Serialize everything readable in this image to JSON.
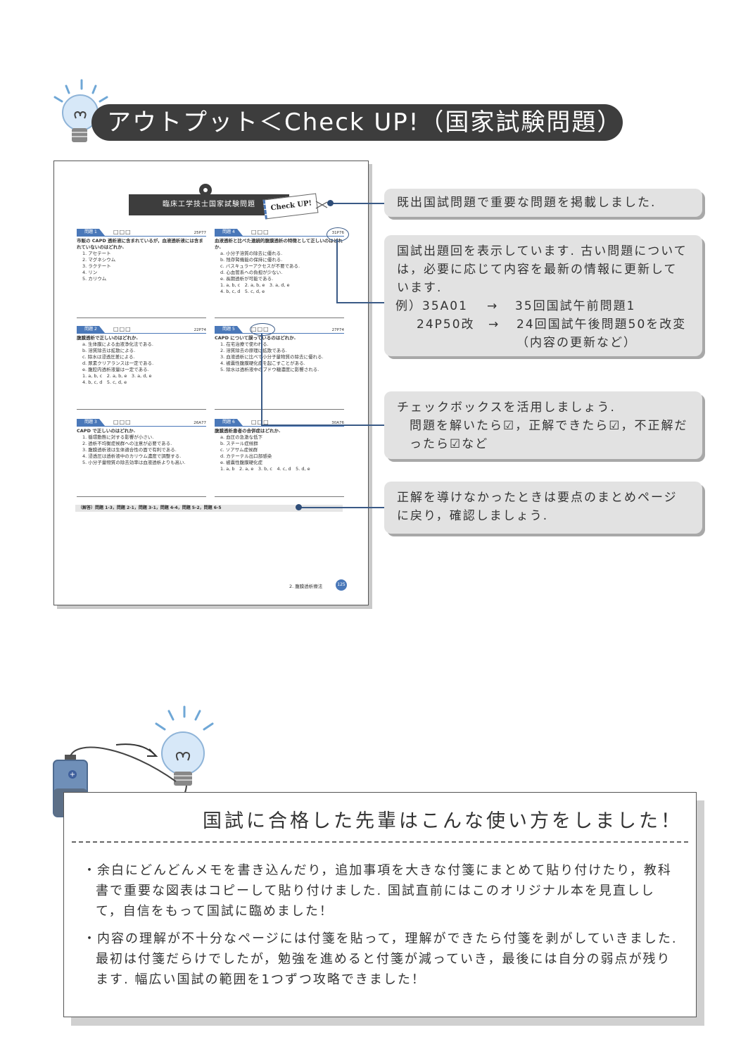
{
  "header": {
    "title": "アウトプット＜Check UP!（国家試験問題）＞"
  },
  "sample_page": {
    "banner": "臨床工学技士国家試験問題",
    "tag": "Check UP!",
    "questions": [
      {
        "label": "問題 1",
        "boxes": "□□□",
        "code": "25P77",
        "text": "市販の CAPD 透析液に含まれているが，血液透析液には含まれていないのはどれか.",
        "options": [
          "1. アセテート",
          "2. マグネシウム",
          "3. ラクテート",
          "4. リン",
          "5. カリウム"
        ]
      },
      {
        "label": "問題 4",
        "boxes": "□□□",
        "code": "31P76",
        "text": "血液透析と比べた連続的腹膜透析の特徴として正しいのはどれか.",
        "options": [
          "a. 小分子溶質の除去に優れる.",
          "b. 残存腎機能の保持に優れる.",
          "c. バスキュラーアクセスが不要である.",
          "d. 心血管系への負担が少ない.",
          "e. 長期透析が可能である.",
          "1. a, b, c　2. a, b, e　3. a, d, e",
          "4. b, c, d　5. c, d, e"
        ]
      },
      {
        "label": "問題 2",
        "boxes": "□□□",
        "code": "22P74",
        "text": "腹膜透析で正しいのはどれか.",
        "options": [
          "a. 生体膜による血液浄化法である.",
          "b. 溶質除去は拡散による.",
          "c. 除水は浸透圧差による.",
          "d. 尿素クリアランスは一定である.",
          "e. 腹腔内透析液量は一定である.",
          "1. a, b, c　2. a, b, e　3. a, d, e",
          "4. b, c, d　5. c, d, e"
        ]
      },
      {
        "label": "問題 5",
        "boxes": "□□□",
        "code": "27P74",
        "text": "CAPD について誤っているのはどれか.",
        "options": [
          "1. 在宅治療で使われる.",
          "2. 溶質除去の原理は拡散である.",
          "3. 血液透析に比べて小分子量物質の除去に優れる.",
          "4. 被嚢性腹膜硬化症を起こすことがある.",
          "5. 除水は透析液中のブドウ糖濃度に影響される."
        ]
      },
      {
        "label": "問題 3",
        "boxes": "□□□",
        "code": "26A77",
        "text": "CAPD で正しいのはどれか.",
        "options": [
          "1. 循環動態に対する影響が小さい.",
          "2. 透析不均衡症候群への注意が必要である.",
          "3. 腹膜透析液は生体適合性の面で有利である.",
          "4. 浸透圧は透析液中のカリウム濃度で調整する.",
          "5. 小分子量物質の除去効率は血液透析よりも高い."
        ]
      },
      {
        "label": "問題 6",
        "boxes": "□□□",
        "code": "30A76",
        "text": "腹膜透析患者の合併症はどれか.",
        "options": [
          "a. 血圧の急激な低下",
          "b. スチール症候群",
          "c. ソアサム症候群",
          "d. カテーテル出口部感染",
          "e. 被嚢性腹膜硬化症",
          "1. a, b　2. a, e　3. b, c　4. c, d　5. d, e"
        ]
      }
    ],
    "answers": "（解答）問題 1-3，問題 2-1，問題 3-1，問題 4-4，問題 5-2，問題 6-5",
    "footer": "2. 腹膜透析療法",
    "page_number": "125"
  },
  "callouts": {
    "c1": "既出国試問題で重要な問題を掲載しました.",
    "c2": {
      "text": "国試出題回を表示しています. 古い問題については，必要に応じて内容を最新の情報に更新しています.",
      "ex1_label": "例）35A01",
      "ex1_arrow": "→",
      "ex1_desc": "35回国試午前問題1",
      "ex2_label": "24P50改",
      "ex2_arrow": "→",
      "ex2_desc": "24回国試午後問題50を改変",
      "ex2_note": "（内容の更新など）"
    },
    "c3_line1": "チェックボックスを活用しましょう.",
    "c3_line2": "問題を解いたら☑，正解できたら☑，不正解だったら☑など",
    "c4": "正解を導けなかったときは要点のまとめページに戻り，確認しましょう."
  },
  "tip": {
    "title": "国試に合格した先輩はこんな使い方をしました！",
    "bullets": [
      "・余白にどんどんメモを書き込んだり，追加事項を大きな付箋にまとめて貼り付けたり，教科書で重要な図表はコピーして貼り付けました. 国試直前にはこのオリジナル本を見直しして，自信をもって国試に臨めました！",
      "・内容の理解が不十分なページには付箋を貼って，理解ができたら付箋を剥がしていきました. 最初は付箋だらけでしたが，勉強を進めると付箋が減っていき，最後には自分の弱点が残ります. 幅広い国試の範囲を1つずつ攻略できました！"
    ]
  },
  "icons": [
    "lightbulb-icon",
    "battery-icon"
  ],
  "colors": {
    "accent_blue": "#4a78b9",
    "dark": "#3d3d3d",
    "callout_bg": "#e2e2e2"
  }
}
